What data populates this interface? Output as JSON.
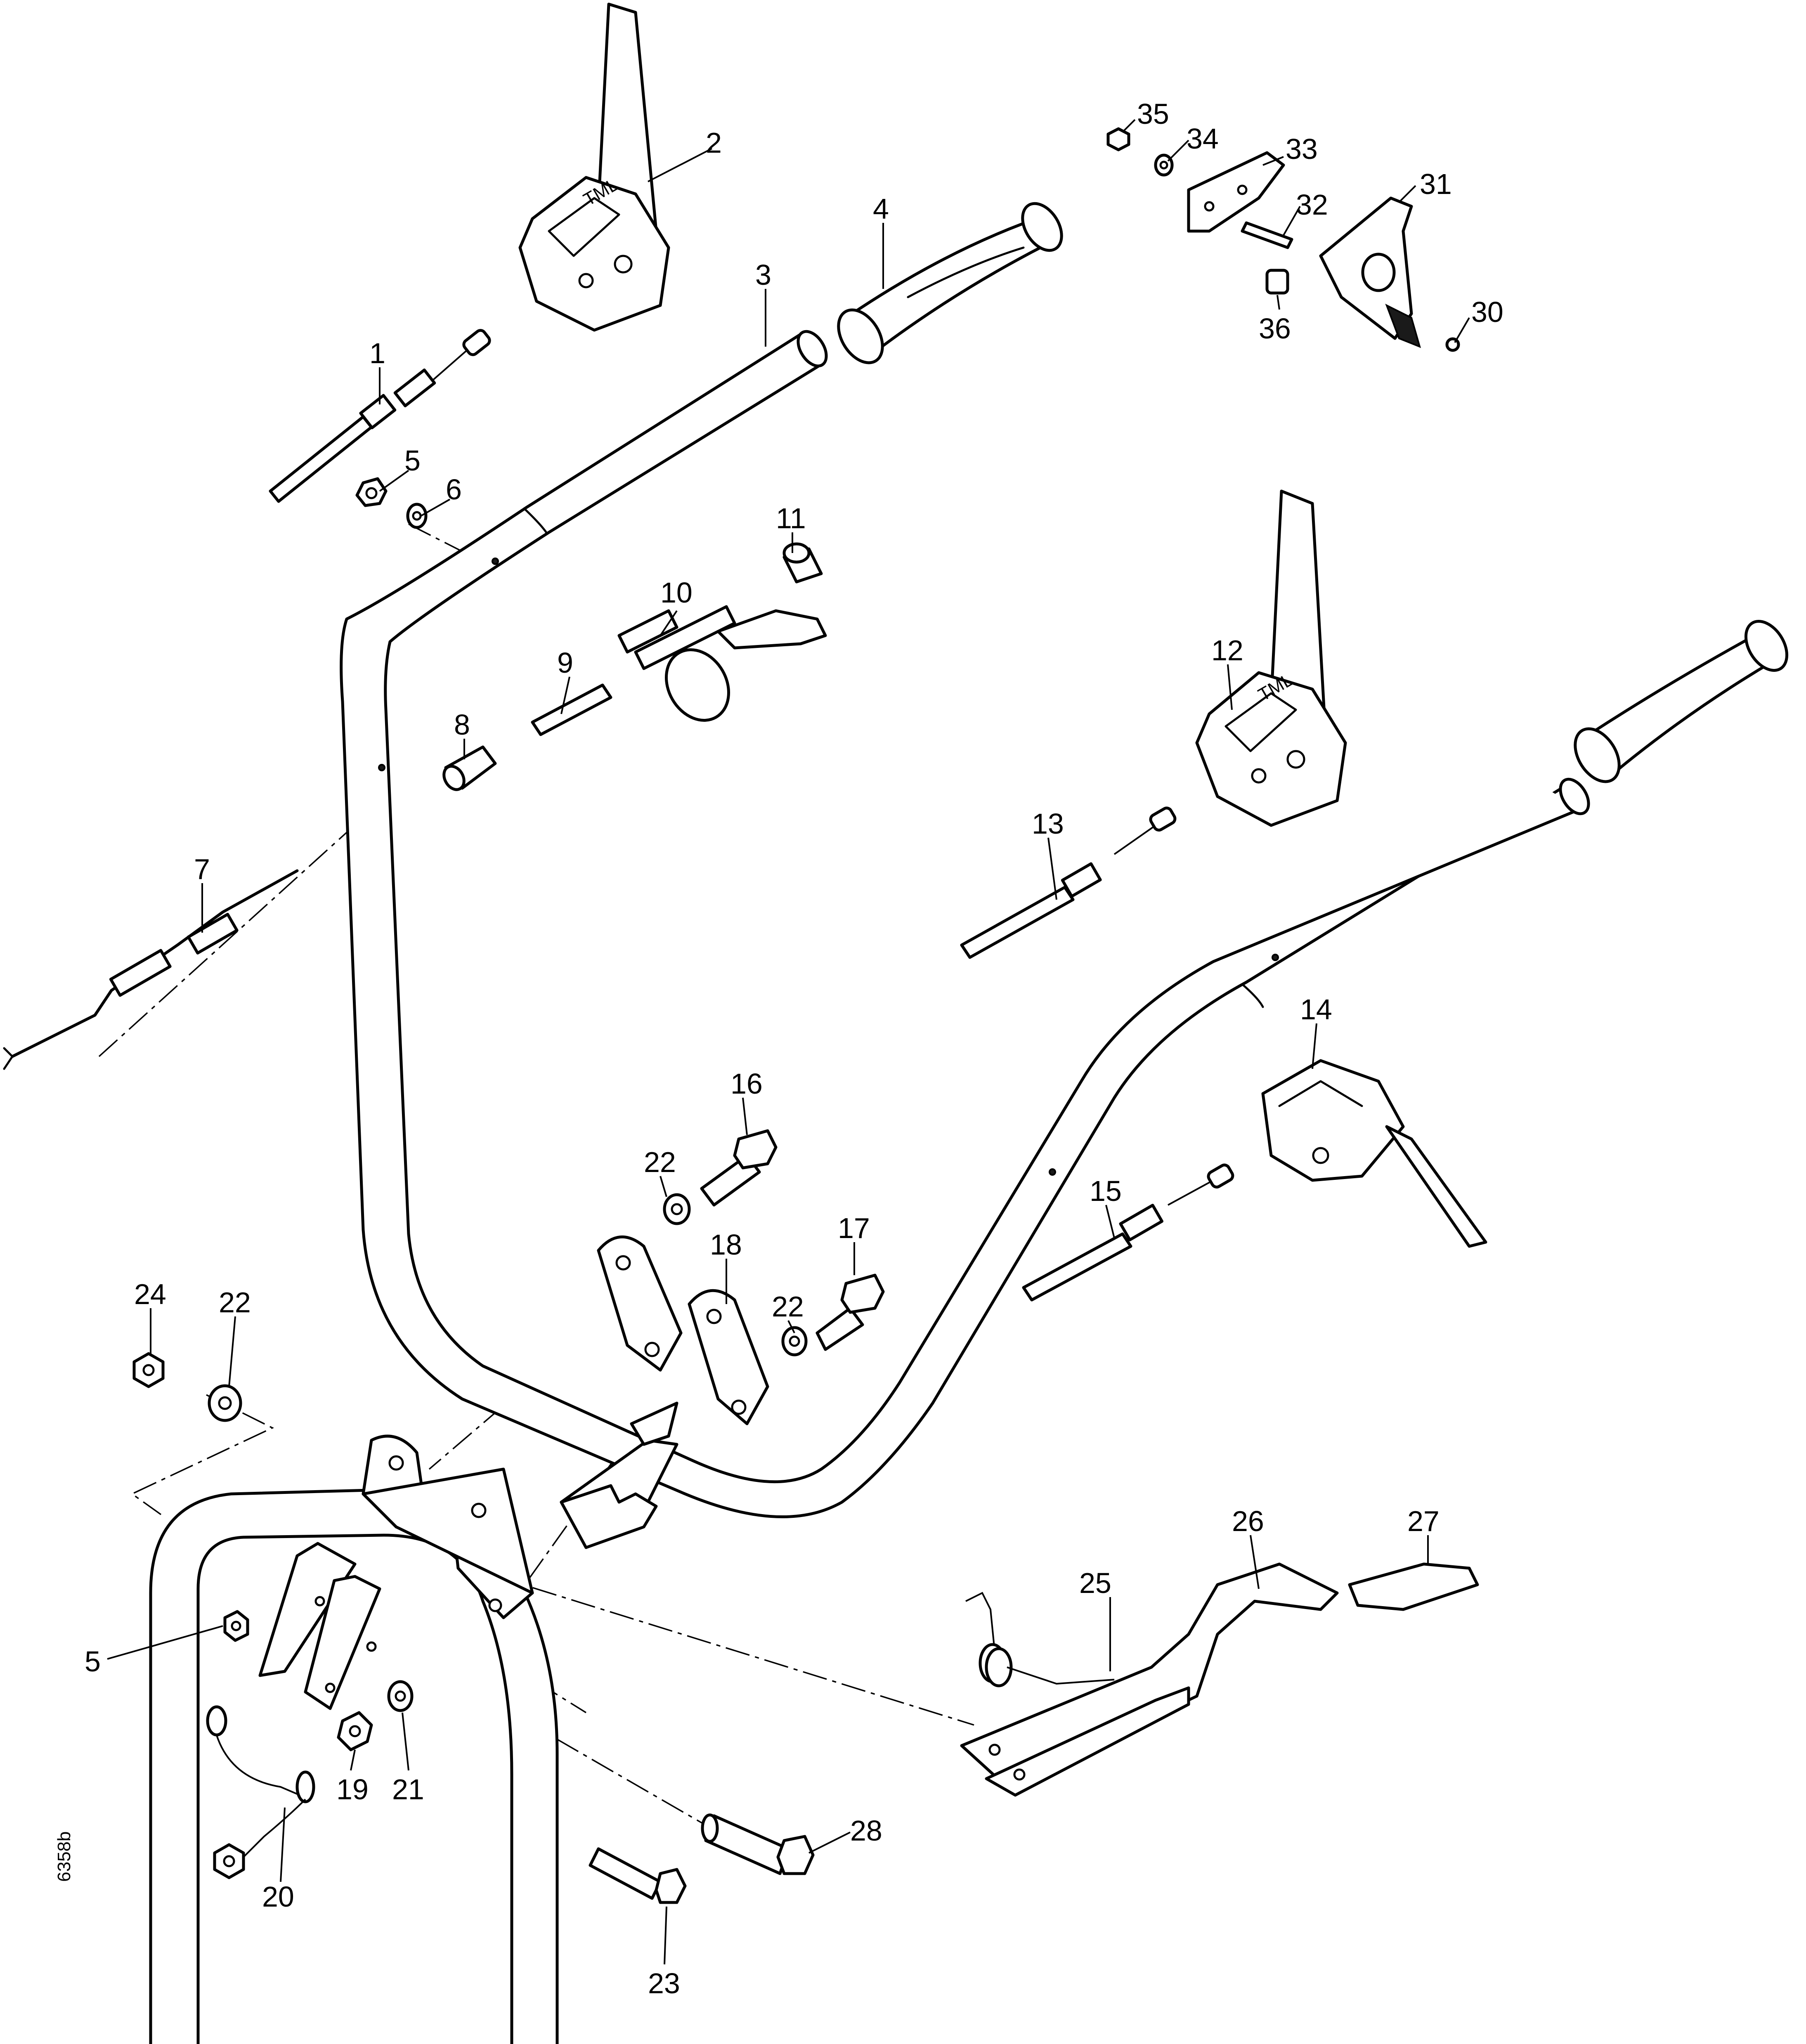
{
  "drawing_code": "6358b",
  "callouts": [
    {
      "id": "c1",
      "label": "1"
    },
    {
      "id": "c2",
      "label": "2"
    },
    {
      "id": "c3",
      "label": "3"
    },
    {
      "id": "c4",
      "label": "4"
    },
    {
      "id": "c5a",
      "label": "5"
    },
    {
      "id": "c5b",
      "label": "5"
    },
    {
      "id": "c6",
      "label": "6"
    },
    {
      "id": "c7",
      "label": "7"
    },
    {
      "id": "c8",
      "label": "8"
    },
    {
      "id": "c9",
      "label": "9"
    },
    {
      "id": "c10",
      "label": "10"
    },
    {
      "id": "c11",
      "label": "11"
    },
    {
      "id": "c12",
      "label": "12"
    },
    {
      "id": "c13",
      "label": "13"
    },
    {
      "id": "c14",
      "label": "14"
    },
    {
      "id": "c15",
      "label": "15"
    },
    {
      "id": "c16",
      "label": "16"
    },
    {
      "id": "c17",
      "label": "17"
    },
    {
      "id": "c18",
      "label": "18"
    },
    {
      "id": "c19",
      "label": "19"
    },
    {
      "id": "c20",
      "label": "20"
    },
    {
      "id": "c21",
      "label": "21"
    },
    {
      "id": "c22a",
      "label": "22"
    },
    {
      "id": "c22b",
      "label": "22"
    },
    {
      "id": "c22c",
      "label": "22"
    },
    {
      "id": "c23",
      "label": "23"
    },
    {
      "id": "c24",
      "label": "24"
    },
    {
      "id": "c25",
      "label": "25"
    },
    {
      "id": "c26",
      "label": "26"
    },
    {
      "id": "c27",
      "label": "27"
    },
    {
      "id": "c28",
      "label": "28"
    },
    {
      "id": "c30",
      "label": "30"
    },
    {
      "id": "c31",
      "label": "31"
    },
    {
      "id": "c32",
      "label": "32"
    },
    {
      "id": "c33",
      "label": "33"
    },
    {
      "id": "c34",
      "label": "34"
    },
    {
      "id": "c35",
      "label": "35"
    },
    {
      "id": "c36",
      "label": "36"
    }
  ]
}
